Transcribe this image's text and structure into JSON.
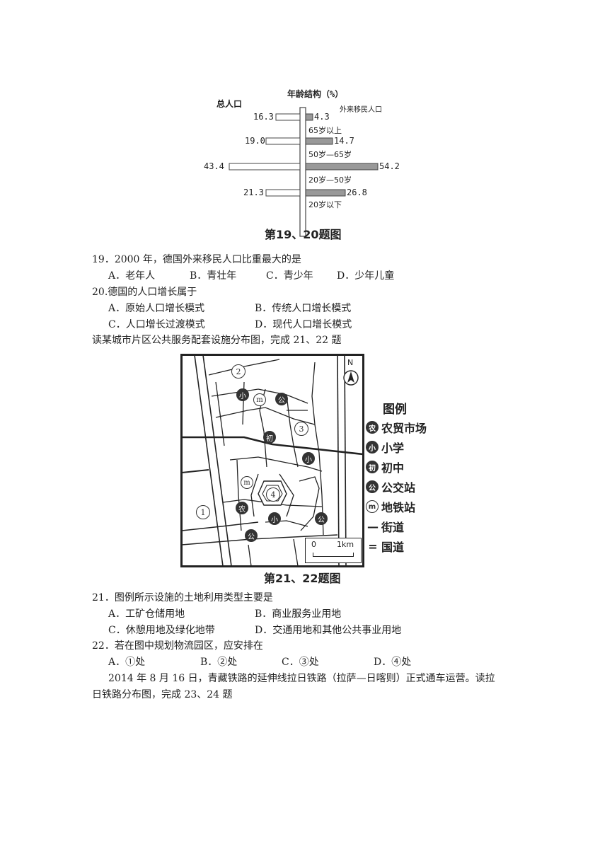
{
  "fig1": {
    "title": "年龄结构（%）",
    "left_label": "总人口",
    "right_label": "外来移民人口",
    "caption": "第19、20题图",
    "left_values": [
      "16.3",
      "19.0",
      "43.4",
      "21.3"
    ],
    "right_values": [
      "4.3",
      "14.7",
      "54.2",
      "26.8"
    ],
    "age_groups": [
      "65岁以上",
      "50岁—65岁",
      "20岁—50岁",
      "20岁以下"
    ]
  },
  "q19": {
    "stem": "19．2000 年，德国外来移民人口比重最大的是",
    "options": [
      "A．老年人",
      "B．青壮年",
      "C．青少年",
      "D．少年儿童"
    ]
  },
  "q20": {
    "stem": "20.德国的人口增长属于",
    "options": [
      "A．原始人口增长模式",
      "B．传统人口增长模式",
      "C．人口增长过渡模式",
      "D．现代人口增长模式"
    ]
  },
  "intro2122": "读某城市片区公共服务配套设施分布图，完成 21、22 题",
  "fig2": {
    "caption": "第21、22题图",
    "north": "N",
    "scale_start": "0",
    "scale_end": "1km",
    "legend_title": "图例",
    "legend": [
      {
        "symbol": "农",
        "label": "农贸市场"
      },
      {
        "symbol": "小",
        "label": "小学"
      },
      {
        "symbol": "初",
        "label": "初中"
      },
      {
        "symbol": "公",
        "label": "公交站"
      },
      {
        "symbol": "m",
        "label": "地铁站"
      },
      {
        "symbol": "—",
        "label": "街道"
      },
      {
        "symbol": "=",
        "label": "国道"
      }
    ],
    "markers": {
      "m": "m",
      "xiao": "小",
      "gong": "公",
      "chu": "初",
      "nong": "农",
      "n1": "1",
      "n2": "2",
      "n3": "3",
      "n4": "4"
    }
  },
  "q21": {
    "stem": "21．图例所示设施的土地利用类型主要是",
    "options": [
      "A．工矿仓储用地",
      "B．商业服务业用地",
      "C．休憩用地及绿化地带",
      "D．交通用地和其他公共事业用地"
    ]
  },
  "q22": {
    "stem": "22．若在图中规划物流园区，应安排在",
    "options": [
      "A．①处",
      "B．②处",
      "C．③处",
      "D．④处"
    ]
  },
  "passage": {
    "line1": "2014 年 8 月 16 日，青藏铁路的延伸线拉日铁路（拉萨—日喀则）正式通车运营。读拉",
    "line2": "日铁路分布图，完成 23、24 题"
  }
}
